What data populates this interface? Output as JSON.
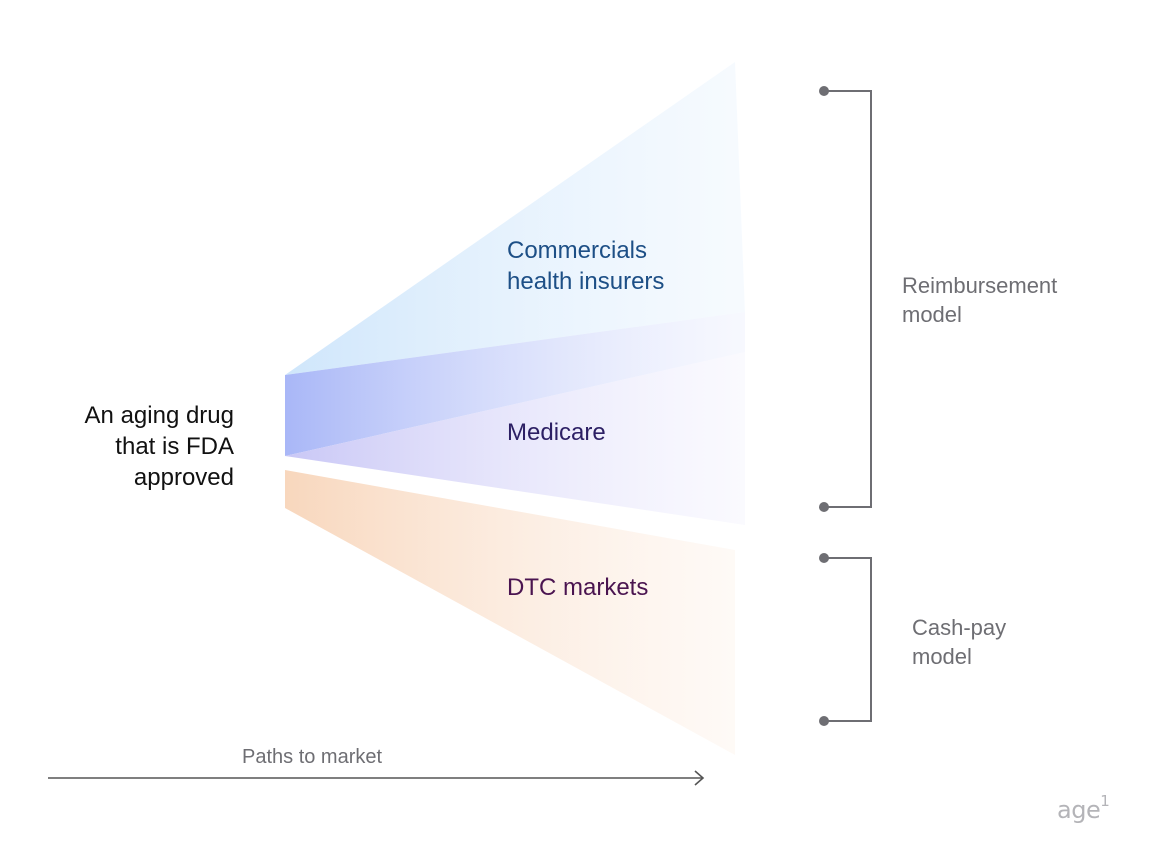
{
  "source": {
    "lines": [
      "An aging drug",
      "that is FDA",
      "approved"
    ]
  },
  "branches": [
    {
      "lines": [
        "Commercials",
        "health insurers"
      ],
      "text_color": "#1d4f86",
      "fill_color": "#cfe6fb"
    },
    {
      "lines": [
        "Medicare"
      ],
      "text_color": "#2c1f64",
      "fill_color": "#a9b7f7"
    },
    {
      "lines": [
        "DTC markets"
      ],
      "text_color": "#4a1450",
      "fill_color": "#f8d7bd"
    }
  ],
  "groups": [
    {
      "lines": [
        "Reimbursement",
        "model"
      ],
      "bracket_color": "#6e6e73"
    },
    {
      "lines": [
        "Cash-pay",
        "model"
      ],
      "bracket_color": "#6e6e73"
    }
  ],
  "axis": {
    "label": "Paths to market"
  },
  "brand": {
    "logo_text": "age",
    "logo_superscript": "1"
  }
}
